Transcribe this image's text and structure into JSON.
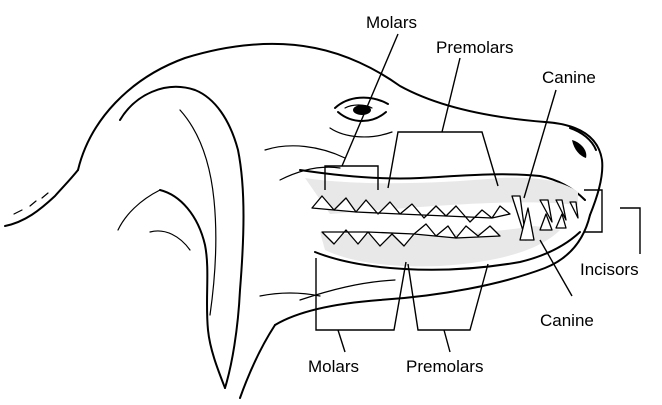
{
  "labels": {
    "upper_molars": "Molars",
    "upper_premolars": "Premolars",
    "upper_canine": "Canine",
    "lower_canine": "Canine",
    "incisors": "Incisors",
    "lower_molars": "Molars",
    "lower_premolars": "Premolars"
  }
}
